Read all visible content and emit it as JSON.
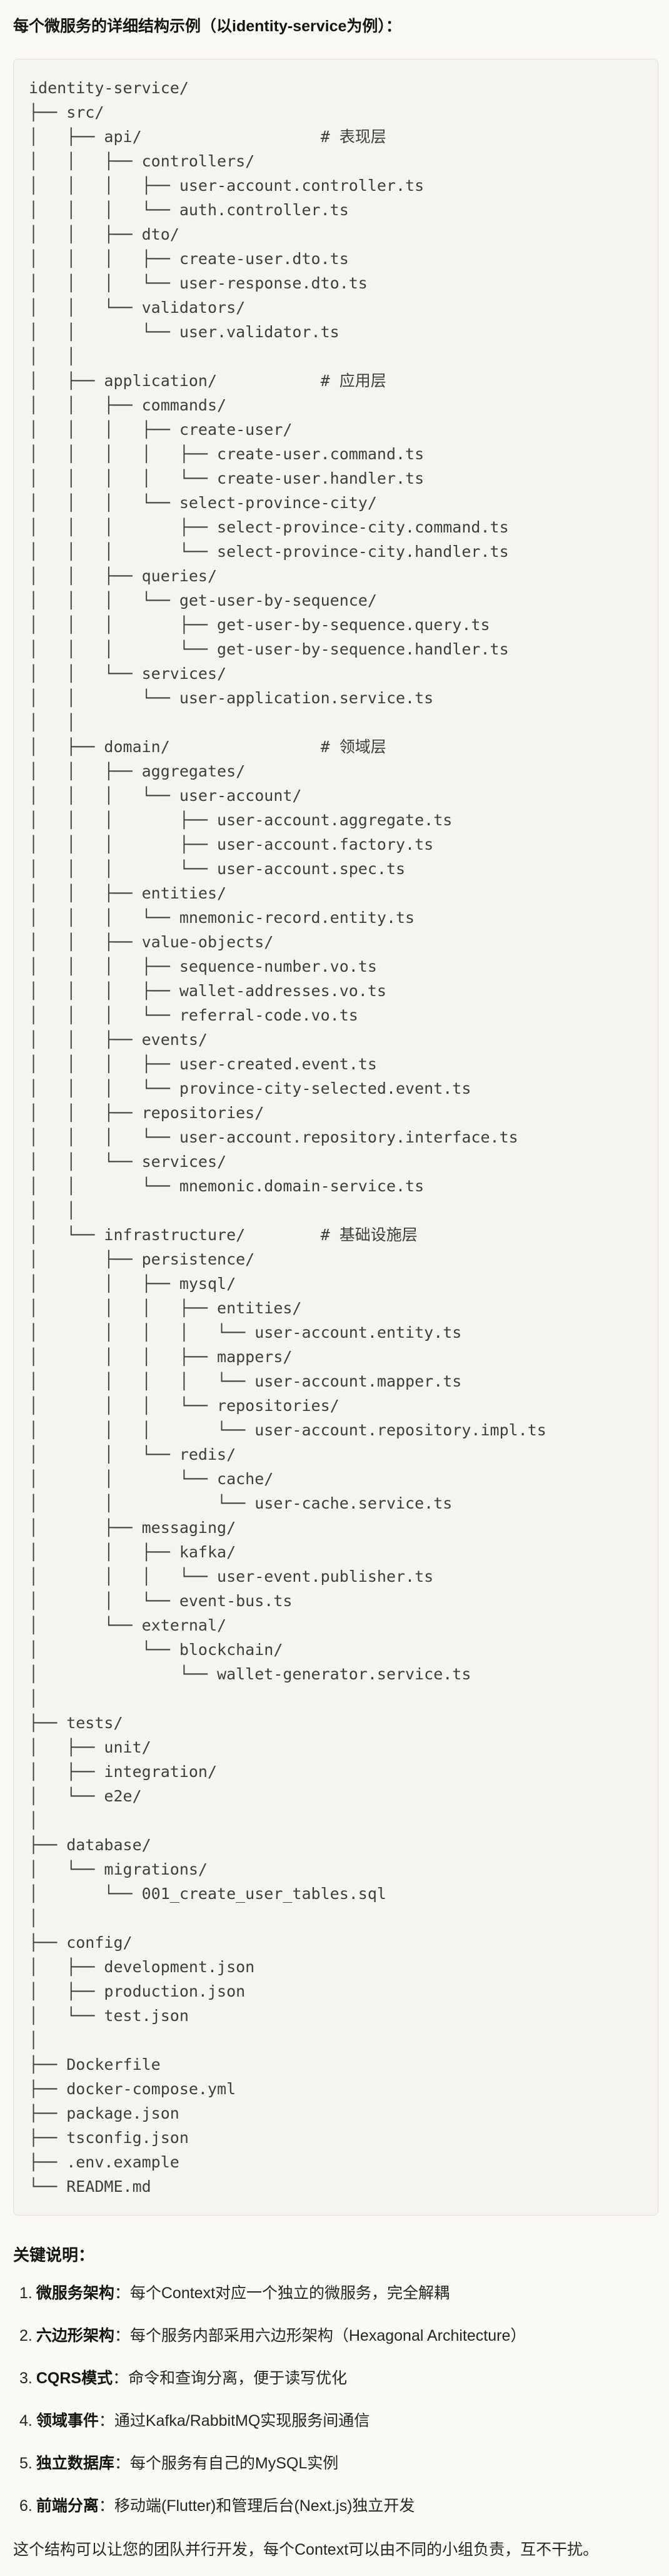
{
  "page": {
    "title": "每个微服务的详细结构示例（以identity-service为例）："
  },
  "colors": {
    "page_background": "#faf9f5",
    "code_background": "#f5f4ef",
    "code_border": "#e3e1d8",
    "text": "#262625"
  },
  "code_block": {
    "tree_lines": [
      "identity-service/",
      "├── src/",
      "│   ├── api/                   # 表现层",
      "│   │   ├── controllers/",
      "│   │   │   ├── user-account.controller.ts",
      "│   │   │   └── auth.controller.ts",
      "│   │   ├── dto/",
      "│   │   │   ├── create-user.dto.ts",
      "│   │   │   └── user-response.dto.ts",
      "│   │   └── validators/",
      "│   │       └── user.validator.ts",
      "│   │",
      "│   ├── application/           # 应用层",
      "│   │   ├── commands/",
      "│   │   │   ├── create-user/",
      "│   │   │   │   ├── create-user.command.ts",
      "│   │   │   │   └── create-user.handler.ts",
      "│   │   │   └── select-province-city/",
      "│   │   │       ├── select-province-city.command.ts",
      "│   │   │       └── select-province-city.handler.ts",
      "│   │   ├── queries/",
      "│   │   │   └── get-user-by-sequence/",
      "│   │   │       ├── get-user-by-sequence.query.ts",
      "│   │   │       └── get-user-by-sequence.handler.ts",
      "│   │   └── services/",
      "│   │       └── user-application.service.ts",
      "│   │",
      "│   ├── domain/                # 领域层",
      "│   │   ├── aggregates/",
      "│   │   │   └── user-account/",
      "│   │   │       ├── user-account.aggregate.ts",
      "│   │   │       ├── user-account.factory.ts",
      "│   │   │       └── user-account.spec.ts",
      "│   │   ├── entities/",
      "│   │   │   └── mnemonic-record.entity.ts",
      "│   │   ├── value-objects/",
      "│   │   │   ├── sequence-number.vo.ts",
      "│   │   │   ├── wallet-addresses.vo.ts",
      "│   │   │   └── referral-code.vo.ts",
      "│   │   ├── events/",
      "│   │   │   ├── user-created.event.ts",
      "│   │   │   └── province-city-selected.event.ts",
      "│   │   ├── repositories/",
      "│   │   │   └── user-account.repository.interface.ts",
      "│   │   └── services/",
      "│   │       └── mnemonic.domain-service.ts",
      "│   │",
      "│   └── infrastructure/        # 基础设施层",
      "│       ├── persistence/",
      "│       │   ├── mysql/",
      "│       │   │   ├── entities/",
      "│       │   │   │   └── user-account.entity.ts",
      "│       │   │   ├── mappers/",
      "│       │   │   │   └── user-account.mapper.ts",
      "│       │   │   └── repositories/",
      "│       │   │       └── user-account.repository.impl.ts",
      "│       │   └── redis/",
      "│       │       └── cache/",
      "│       │           └── user-cache.service.ts",
      "│       ├── messaging/",
      "│       │   ├── kafka/",
      "│       │   │   └── user-event.publisher.ts",
      "│       │   └── event-bus.ts",
      "│       └── external/",
      "│           └── blockchain/",
      "│               └── wallet-generator.service.ts",
      "│",
      "├── tests/",
      "│   ├── unit/",
      "│   ├── integration/",
      "│   └── e2e/",
      "│",
      "├── database/",
      "│   └── migrations/",
      "│       └── 001_create_user_tables.sql",
      "│",
      "├── config/",
      "│   ├── development.json",
      "│   ├── production.json",
      "│   └── test.json",
      "│",
      "├── Dockerfile",
      "├── docker-compose.yml",
      "├── package.json",
      "├── tsconfig.json",
      "├── .env.example",
      "└── README.md"
    ]
  },
  "notes": {
    "heading": "关键说明：",
    "items": [
      {
        "num": "1.",
        "term": "微服务架构",
        "desc": "：每个Context对应一个独立的微服务，完全解耦"
      },
      {
        "num": "2.",
        "term": "六边形架构",
        "desc": "：每个服务内部采用六边形架构（Hexagonal Architecture）"
      },
      {
        "num": "3.",
        "term": "CQRS模式",
        "desc": "：命令和查询分离，便于读写优化"
      },
      {
        "num": "4.",
        "term": "领域事件",
        "desc": "：通过Kafka/RabbitMQ实现服务间通信"
      },
      {
        "num": "5.",
        "term": "独立数据库",
        "desc": "：每个服务有自己的MySQL实例"
      },
      {
        "num": "6.",
        "term": "前端分离",
        "desc": "：移动端(Flutter)和管理后台(Next.js)独立开发"
      }
    ],
    "footer": "这个结构可以让您的团队并行开发，每个Context可以由不同的小组负责，互不干扰。"
  }
}
